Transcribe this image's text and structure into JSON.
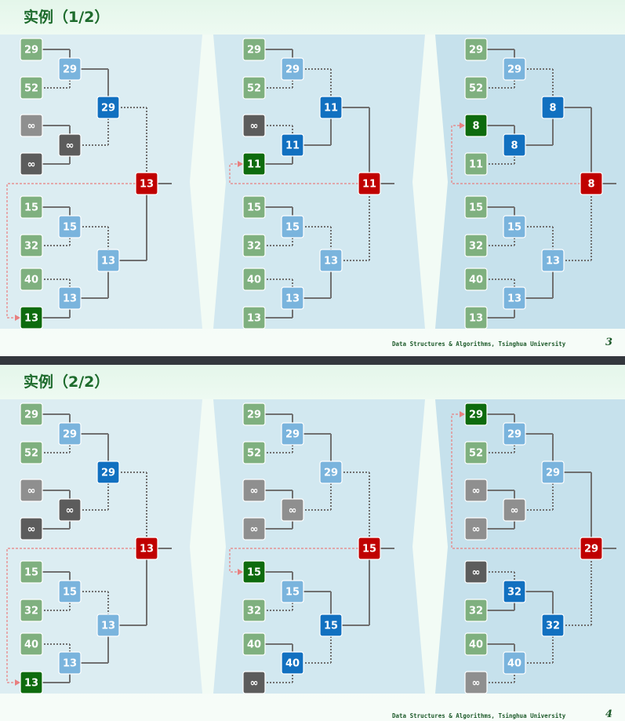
{
  "footer": "Data Structures & Algorithms, Tsinghua University",
  "colors": {
    "leaf": "#7fb07f",
    "leaf_selected": "#0e6b0e",
    "internal_light": "#7ab4dd",
    "internal_dark": "#1170c0",
    "root": "#c00000",
    "inf_light": "#8f8f8f",
    "inf_dark": "#5c5c5c",
    "panel_bg_1": "#dcedf2",
    "panel_bg_2": "#d2e8f0",
    "panel_bg_3": "#c6e1ec",
    "dashed_arrow": "#e88080"
  },
  "slides": [
    {
      "title": "实例（1/2）",
      "page": "3",
      "panels": [
        {
          "leaves": [
            {
              "label": "29",
              "style": "leaf"
            },
            {
              "label": "52",
              "style": "leaf"
            },
            {
              "label": "∞",
              "style": "inf_light"
            },
            {
              "label": "∞",
              "style": "inf_dark"
            },
            {
              "label": "15",
              "style": "leaf"
            },
            {
              "label": "32",
              "style": "leaf"
            },
            {
              "label": "40",
              "style": "leaf"
            },
            {
              "label": "13",
              "style": "leaf_selected"
            }
          ],
          "level1": [
            {
              "label": "29",
              "style": "internal_light"
            },
            {
              "label": "∞",
              "style": "inf_dark"
            },
            {
              "label": "15",
              "style": "internal_light"
            },
            {
              "label": "13",
              "style": "internal_light"
            }
          ],
          "level2": [
            {
              "label": "29",
              "style": "internal_dark"
            },
            {
              "label": "13",
              "style": "internal_light"
            }
          ],
          "root": {
            "label": "13",
            "style": "root"
          },
          "arrow_to_leaf": 7
        },
        {
          "leaves": [
            {
              "label": "29",
              "style": "leaf"
            },
            {
              "label": "52",
              "style": "leaf"
            },
            {
              "label": "∞",
              "style": "inf_dark"
            },
            {
              "label": "11",
              "style": "leaf_selected"
            },
            {
              "label": "15",
              "style": "leaf"
            },
            {
              "label": "32",
              "style": "leaf"
            },
            {
              "label": "40",
              "style": "leaf"
            },
            {
              "label": "13",
              "style": "leaf"
            }
          ],
          "level1": [
            {
              "label": "29",
              "style": "internal_light"
            },
            {
              "label": "11",
              "style": "internal_dark"
            },
            {
              "label": "15",
              "style": "internal_light"
            },
            {
              "label": "13",
              "style": "internal_light"
            }
          ],
          "level2": [
            {
              "label": "11",
              "style": "internal_dark"
            },
            {
              "label": "13",
              "style": "internal_light"
            }
          ],
          "root": {
            "label": "11",
            "style": "root"
          },
          "arrow_to_leaf": 3
        },
        {
          "leaves": [
            {
              "label": "29",
              "style": "leaf"
            },
            {
              "label": "52",
              "style": "leaf"
            },
            {
              "label": "8",
              "style": "leaf_selected"
            },
            {
              "label": "11",
              "style": "leaf"
            },
            {
              "label": "15",
              "style": "leaf"
            },
            {
              "label": "32",
              "style": "leaf"
            },
            {
              "label": "40",
              "style": "leaf"
            },
            {
              "label": "13",
              "style": "leaf"
            }
          ],
          "level1": [
            {
              "label": "29",
              "style": "internal_light"
            },
            {
              "label": "8",
              "style": "internal_dark"
            },
            {
              "label": "15",
              "style": "internal_light"
            },
            {
              "label": "13",
              "style": "internal_light"
            }
          ],
          "level2": [
            {
              "label": "8",
              "style": "internal_dark"
            },
            {
              "label": "13",
              "style": "internal_light"
            }
          ],
          "root": {
            "label": "8",
            "style": "root"
          },
          "arrow_to_leaf": 2
        }
      ]
    },
    {
      "title": "实例（2/2）",
      "page": "4",
      "panels": [
        {
          "leaves": [
            {
              "label": "29",
              "style": "leaf"
            },
            {
              "label": "52",
              "style": "leaf"
            },
            {
              "label": "∞",
              "style": "inf_light"
            },
            {
              "label": "∞",
              "style": "inf_dark"
            },
            {
              "label": "15",
              "style": "leaf"
            },
            {
              "label": "32",
              "style": "leaf"
            },
            {
              "label": "40",
              "style": "leaf"
            },
            {
              "label": "13",
              "style": "leaf_selected"
            }
          ],
          "level1": [
            {
              "label": "29",
              "style": "internal_light"
            },
            {
              "label": "∞",
              "style": "inf_dark"
            },
            {
              "label": "15",
              "style": "internal_light"
            },
            {
              "label": "13",
              "style": "internal_light"
            }
          ],
          "level2": [
            {
              "label": "29",
              "style": "internal_dark"
            },
            {
              "label": "13",
              "style": "internal_light"
            }
          ],
          "root": {
            "label": "13",
            "style": "root"
          },
          "arrow_to_leaf": 7
        },
        {
          "leaves": [
            {
              "label": "29",
              "style": "leaf"
            },
            {
              "label": "52",
              "style": "leaf"
            },
            {
              "label": "∞",
              "style": "inf_light"
            },
            {
              "label": "∞",
              "style": "inf_light"
            },
            {
              "label": "15",
              "style": "leaf_selected"
            },
            {
              "label": "32",
              "style": "leaf"
            },
            {
              "label": "40",
              "style": "leaf"
            },
            {
              "label": "∞",
              "style": "inf_dark"
            }
          ],
          "level1": [
            {
              "label": "29",
              "style": "internal_light"
            },
            {
              "label": "∞",
              "style": "inf_light"
            },
            {
              "label": "15",
              "style": "internal_light"
            },
            {
              "label": "40",
              "style": "internal_dark"
            }
          ],
          "level2": [
            {
              "label": "29",
              "style": "internal_light"
            },
            {
              "label": "15",
              "style": "internal_dark"
            }
          ],
          "root": {
            "label": "15",
            "style": "root"
          },
          "arrow_to_leaf": 4
        },
        {
          "leaves": [
            {
              "label": "29",
              "style": "leaf_selected"
            },
            {
              "label": "52",
              "style": "leaf"
            },
            {
              "label": "∞",
              "style": "inf_light"
            },
            {
              "label": "∞",
              "style": "inf_light"
            },
            {
              "label": "∞",
              "style": "inf_dark"
            },
            {
              "label": "32",
              "style": "leaf"
            },
            {
              "label": "40",
              "style": "leaf"
            },
            {
              "label": "∞",
              "style": "inf_light"
            }
          ],
          "level1": [
            {
              "label": "29",
              "style": "internal_light"
            },
            {
              "label": "∞",
              "style": "inf_light"
            },
            {
              "label": "32",
              "style": "internal_dark"
            },
            {
              "label": "40",
              "style": "internal_light"
            }
          ],
          "level2": [
            {
              "label": "29",
              "style": "internal_light"
            },
            {
              "label": "32",
              "style": "internal_dark"
            }
          ],
          "root": {
            "label": "29",
            "style": "root"
          },
          "arrow_to_leaf": 0
        }
      ]
    }
  ]
}
